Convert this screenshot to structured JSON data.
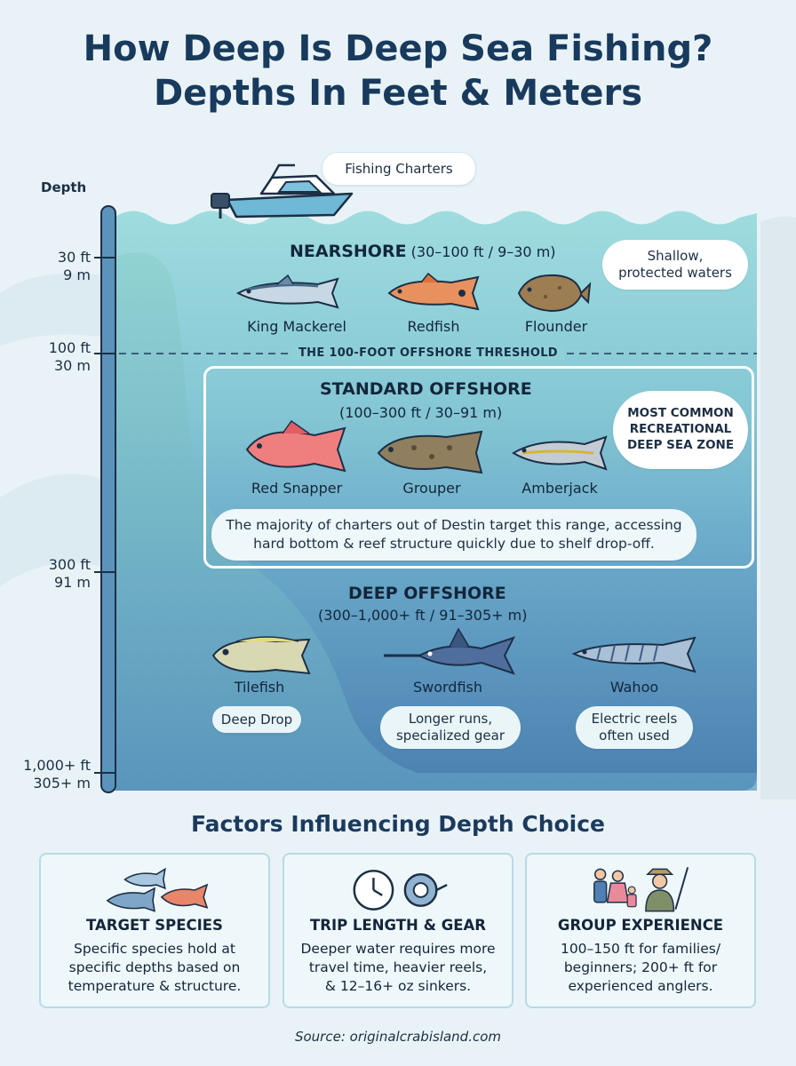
{
  "title": {
    "line1": "How Deep Is Deep Sea Fishing?",
    "line2": "Depths In Feet & Meters"
  },
  "boat_bubble": "Fishing Charters",
  "depth_scale": {
    "heading": "Depth",
    "markers": [
      {
        "ft": "30 ft",
        "m": "9 m"
      },
      {
        "ft": "100 ft",
        "m": "30 m"
      },
      {
        "ft": "300 ft",
        "m": "91 m"
      },
      {
        "ft": "1,000+ ft",
        "m": "305+ m"
      }
    ]
  },
  "threshold_label": "THE 100-FOOT OFFSHORE THRESHOLD",
  "zones": {
    "nearshore": {
      "title": "NEARSHORE",
      "range": "(30–100 ft / 9–30 m)",
      "note": [
        "Shallow,",
        "protected waters"
      ],
      "fish": [
        "King Mackerel",
        "Redfish",
        "Flounder"
      ]
    },
    "standard": {
      "title": "STANDARD OFFSHORE",
      "range": "(100–300 ft / 30–91 m)",
      "note": [
        "MOST COMMON",
        "RECREATIONAL",
        "DEEP SEA ZONE"
      ],
      "fish": [
        "Red Snapper",
        "Grouper",
        "Amberjack"
      ],
      "info": [
        "The majority of charters out of Destin target this range, accessing",
        "hard bottom & reef structure quickly due to shelf drop-off."
      ]
    },
    "deep": {
      "title": "DEEP OFFSHORE",
      "range": "(300–1,000+ ft / 91–305+ m)",
      "fish": [
        "Tilefish",
        "Swordfish",
        "Wahoo"
      ],
      "notes": [
        [
          "Deep Drop"
        ],
        [
          "Longer runs,",
          "specialized gear"
        ],
        [
          "Electric reels",
          "often used"
        ]
      ]
    }
  },
  "factors": {
    "title": "Factors Influencing Depth Choice",
    "cards": [
      {
        "title": "TARGET SPECIES",
        "text": [
          "Specific species hold at",
          "specific depths based on",
          "temperature & structure."
        ],
        "icon": "fish-group-icon"
      },
      {
        "title": "TRIP LENGTH & GEAR",
        "text": [
          "Deeper water requires more",
          "travel time, heavier reels,",
          "& 12–16+ oz sinkers."
        ],
        "icon": "clock-reel-icon"
      },
      {
        "title": "GROUP EXPERIENCE",
        "text": [
          "100–150 ft for families/",
          "beginners; 200+ ft for",
          "experienced anglers."
        ],
        "icon": "family-angler-icon"
      }
    ]
  },
  "source": "Source: originalcrabisland.com",
  "colors": {
    "title": "#183a5c",
    "nearshore_water": "#8fd0d6",
    "offshore_water": "#74b3cc",
    "deep_water": "#4b86b4",
    "card_border": "#b6dbe6"
  }
}
